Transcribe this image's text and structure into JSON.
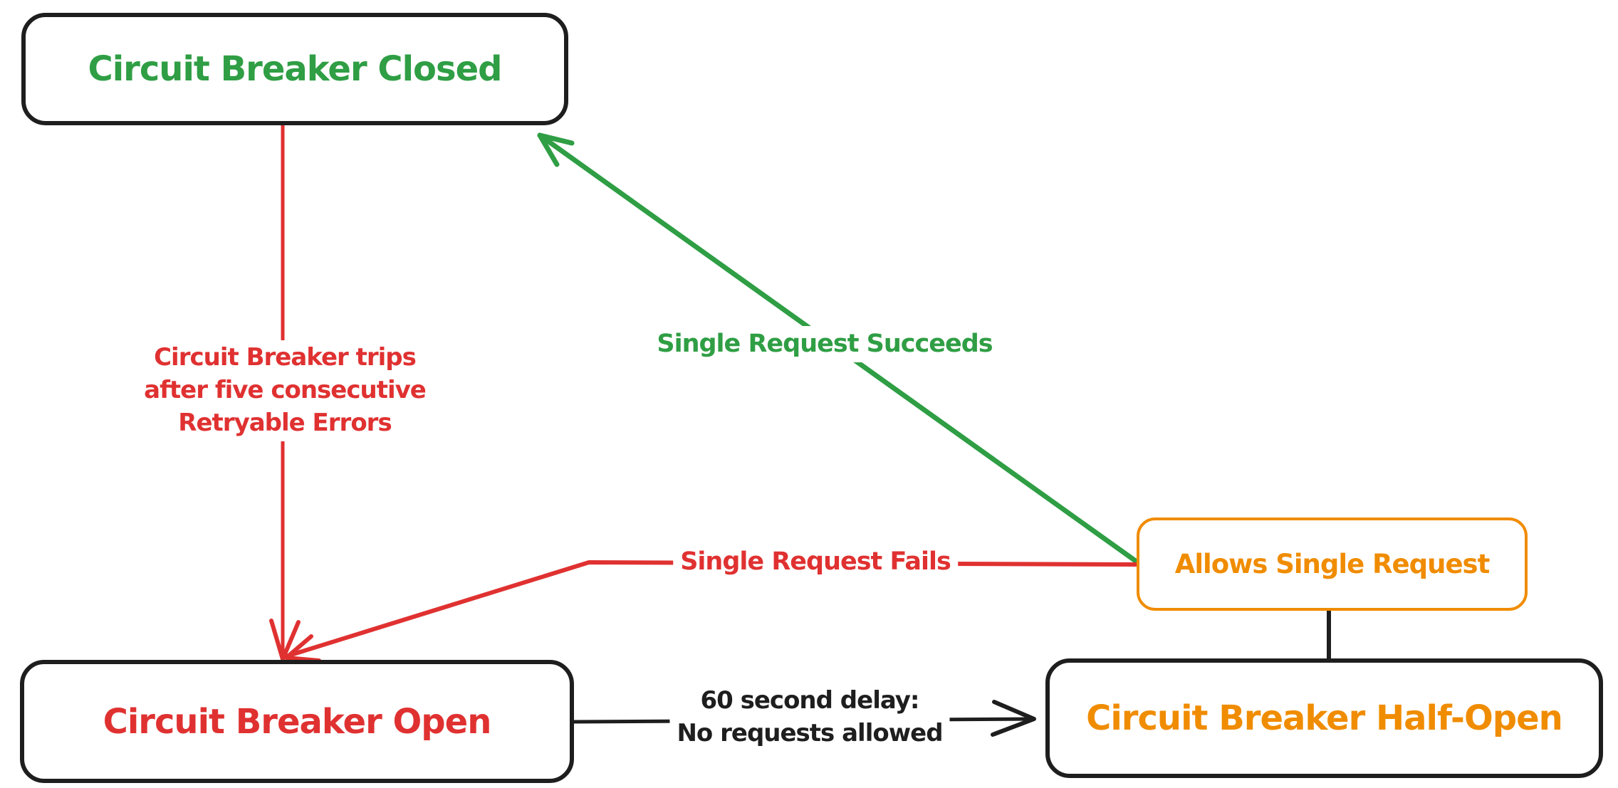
{
  "nodes": {
    "closed": {
      "label": "Circuit Breaker Closed"
    },
    "open": {
      "label": "Circuit Breaker Open"
    },
    "half_open": {
      "label": "Circuit Breaker Half-Open"
    },
    "allows_single_request": {
      "label": "Allows Single Request"
    }
  },
  "edges": {
    "trips": {
      "label": "Circuit Breaker trips\nafter five consecutive\nRetryable Errors"
    },
    "succeeds": {
      "label": "Single Request Succeeds"
    },
    "fails": {
      "label": "Single Request Fails"
    },
    "delay": {
      "label": "60 second delay:\nNo requests allowed"
    }
  },
  "colors": {
    "green": "#2f9e44",
    "red": "#e03131",
    "orange": "#f08c00",
    "black": "#1e1e1e",
    "background": "#ffffff"
  }
}
